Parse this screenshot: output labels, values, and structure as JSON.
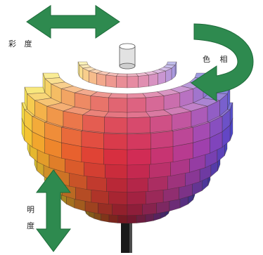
{
  "labels": {
    "chroma": "彩 度",
    "hue": "色 相",
    "value_line1": "明",
    "value_line2": "度"
  },
  "colors": {
    "arrow": "#2e8a4f",
    "arrow_dark": "#1e6b3a",
    "axis_post": "#1a1a1a",
    "cap_top": "#ffffff",
    "cap_side": "#d4d4d4",
    "edge": "#3b2a2a",
    "hue_ramp": [
      "#f4dc3a",
      "#f4b82e",
      "#ef8a2c",
      "#e6552f",
      "#d92f3b",
      "#cf2c5a",
      "#c03a86",
      "#9c40b0",
      "#6e46c4",
      "#4b45c8"
    ]
  },
  "icons": {
    "chroma_arrow": "double-horizontal-arrow",
    "hue_arrow": "curved-rotation-arrow",
    "value_arrow": "double-vertical-arrow"
  }
}
